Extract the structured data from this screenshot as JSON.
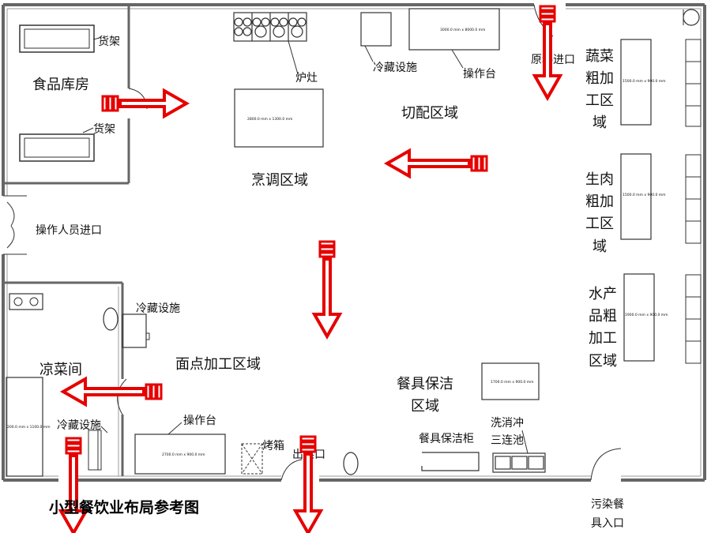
{
  "caption": "小型餐饮业布局参考图",
  "zones": {
    "food_storage": "食品库房",
    "cooking": "烹调区域",
    "cutting": "切配区域",
    "pastry": "面点加工区域",
    "cold_dish": "凉菜间",
    "tableware_clean": [
      "餐具保洁",
      "区域"
    ],
    "vegetable": [
      "蔬菜",
      "粗加",
      "工区",
      "域"
    ],
    "meat": [
      "生肉",
      "粗加",
      "工区",
      "域"
    ],
    "seafood": [
      "水产",
      "品粗",
      "加工",
      "区域"
    ]
  },
  "labels": {
    "shelf": "货架",
    "stove": "炉灶",
    "refrigeration": "冷藏设施",
    "worktable": "操作台",
    "raw_material_entry": "原料进口",
    "staff_entry": "操作人员进口",
    "oven": "烤箱",
    "exit": "出菜口",
    "tableware_cabinet": "餐具保洁柜",
    "triple_sink": [
      "洗消冲",
      "三连池"
    ],
    "dirty_entry": [
      "污染餐",
      "具入口"
    ]
  },
  "dims": {
    "top_table": "3000.0 mm x 8000.0 mm",
    "cook_table": "2800.0 mm x 1300.0 mm",
    "veg_table": "1500.0 mm x 900.0 mm",
    "meat_table": "1500.0 mm x 900.0 mm",
    "sea_table": "1900.0 mm x 900.0 mm",
    "clean_table": "1700.0 mm x 900.0 mm",
    "work_table": "2700.0 mm x 900.0 mm",
    "cold_table": "200.0 mm x 1100.0 mm"
  },
  "colors": {
    "arrow": "#e60000",
    "wall": "#666666",
    "line": "#333333"
  }
}
